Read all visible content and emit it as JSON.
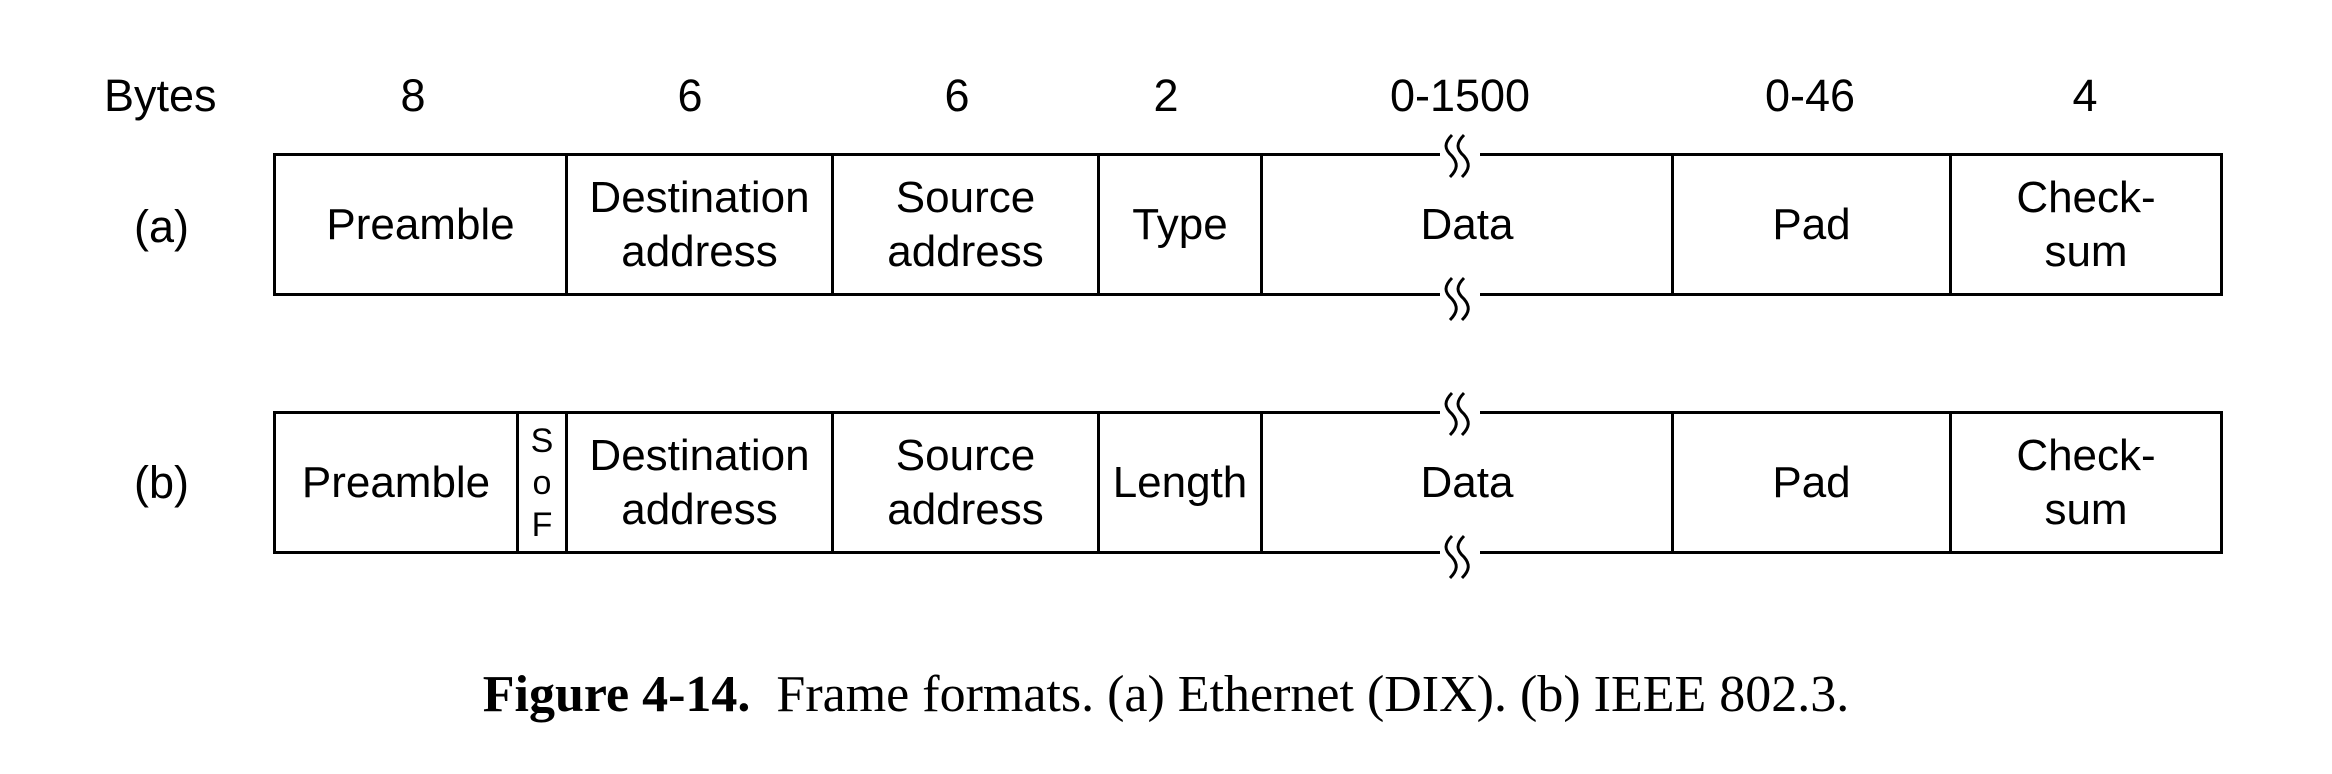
{
  "header": {
    "bytes_label": "Bytes",
    "sizes": [
      "8",
      "6",
      "6",
      "2",
      "0-1500",
      "0-46",
      "4"
    ]
  },
  "frame_a": {
    "label": "(a)",
    "fields": {
      "preamble": "Preamble",
      "destination": "Destination\naddress",
      "source": "Source\naddress",
      "type": "Type",
      "data": "Data",
      "pad": "Pad",
      "checksum": "Check-\nsum"
    }
  },
  "frame_b": {
    "label": "(b)",
    "fields": {
      "preamble": "Preamble",
      "sof": [
        "S",
        "o",
        "F"
      ],
      "destination": "Destination\naddress",
      "source": "Source\naddress",
      "length": "Length",
      "data": "Data",
      "pad": "Pad",
      "checksum": "Check-\nsum"
    }
  },
  "caption": {
    "figure": "Figure 4-14.",
    "text": "Frame formats. (a) Ethernet (DIX). (b) IEEE 802.3."
  }
}
